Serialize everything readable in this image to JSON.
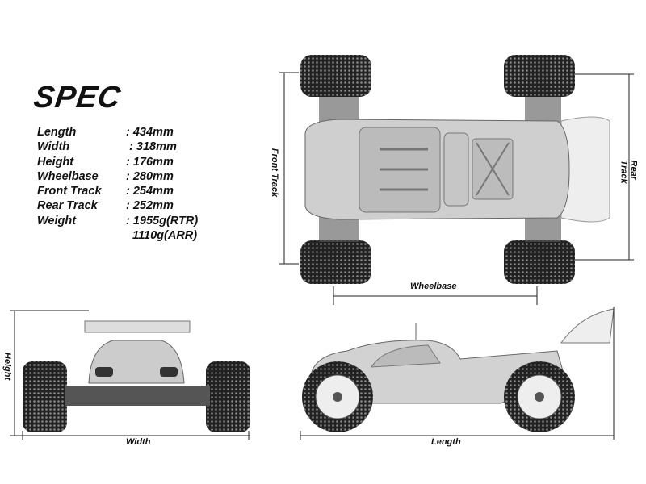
{
  "title": "SPEC",
  "specs": [
    {
      "label": "Length",
      "value": ": 434mm"
    },
    {
      "label": "Width",
      "value": " : 318mm"
    },
    {
      "label": "Height",
      "value": ": 176mm"
    },
    {
      "label": "Wheelbase",
      "value": ": 280mm"
    },
    {
      "label": "Front Track",
      "value": ": 254mm"
    },
    {
      "label": "Rear Track",
      "value": ": 252mm"
    },
    {
      "label": "Weight",
      "value": ": 1955g(RTR)"
    },
    {
      "label": "",
      "value": "  1110g(ARR)"
    }
  ],
  "dimensions": {
    "front_track": "Front Track",
    "rear_track": "Rear Track",
    "wheelbase": "Wheelbase",
    "height": "Height",
    "width": "Width",
    "length": "Length"
  }
}
